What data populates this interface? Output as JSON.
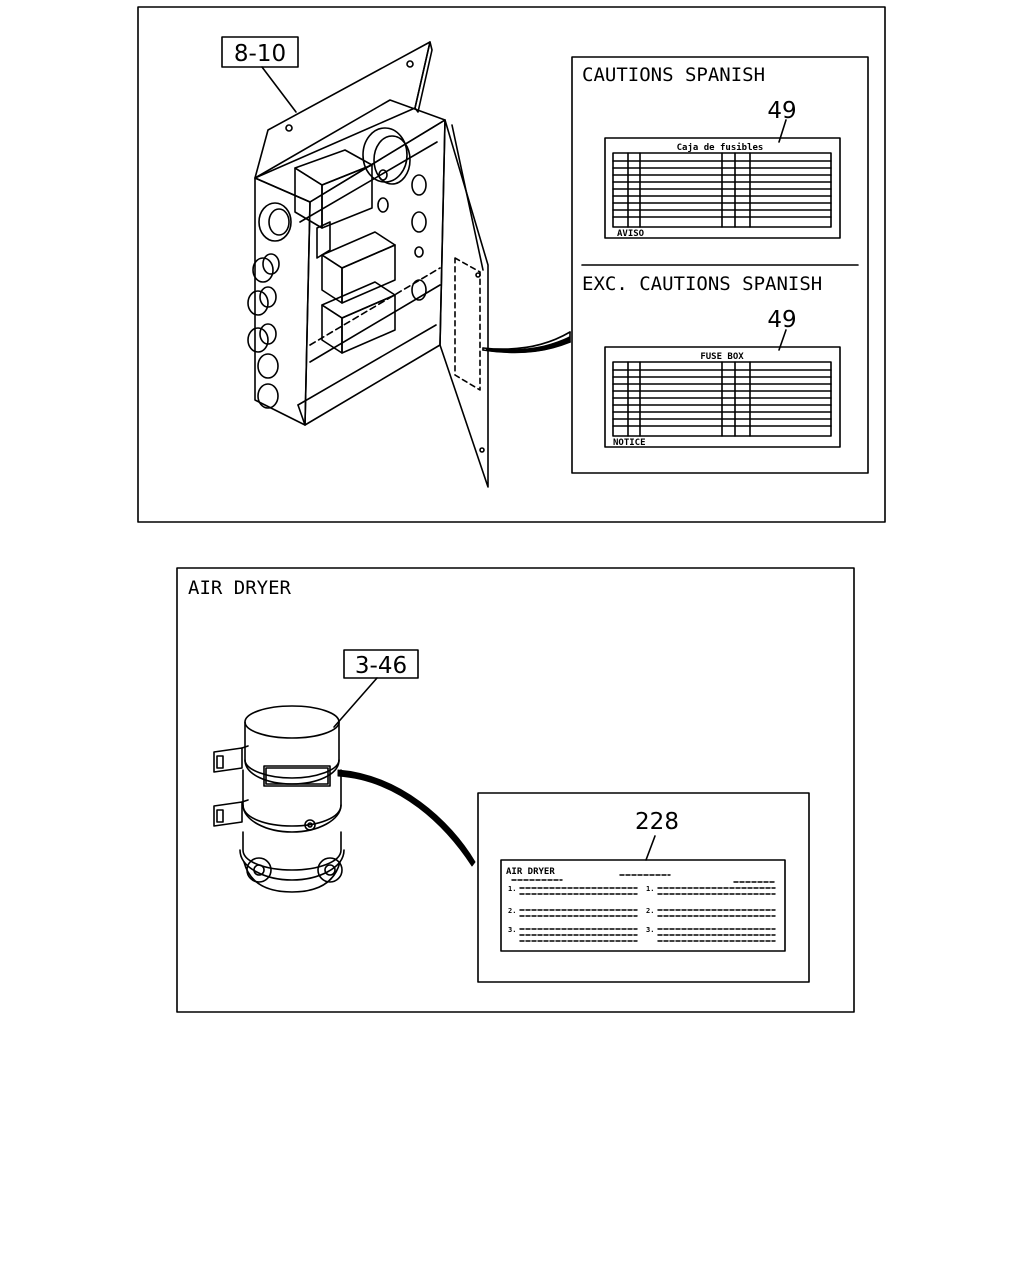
{
  "fuse_box_figure": {
    "callout": "8-10",
    "panel_top": {
      "title": "CAUTIONS SPANISH",
      "callout": "49",
      "label_heading": "Caja de fusibles",
      "label_footer": "AVISO"
    },
    "panel_bottom": {
      "title": "EXC. CAUTIONS SPANISH",
      "callout": "49",
      "label_heading": "FUSE BOX",
      "label_footer": "NOTICE"
    }
  },
  "air_dryer_figure": {
    "title": "AIR DRYER",
    "callout": "3-46",
    "decal_callout": "228",
    "decal": {
      "heading": "AIR DRYER",
      "left_numbers": [
        "1.",
        "2.",
        "3."
      ],
      "right_numbers": [
        "1.",
        "2.",
        "3."
      ]
    }
  }
}
